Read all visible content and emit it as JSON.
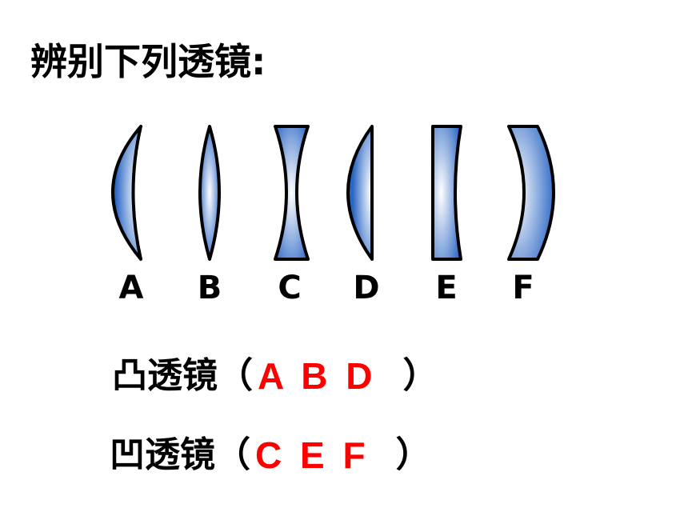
{
  "title": "辨别下列透镜:",
  "lenses": [
    {
      "label": "A",
      "kind": "convex"
    },
    {
      "label": "B",
      "kind": "convex"
    },
    {
      "label": "C",
      "kind": "concave"
    },
    {
      "label": "D",
      "kind": "convex"
    },
    {
      "label": "E",
      "kind": "concave"
    },
    {
      "label": "F",
      "kind": "concave"
    }
  ],
  "convex_row": {
    "label": "凸透镜",
    "open": "（",
    "answer": "A B D",
    "close": "）"
  },
  "concave_row": {
    "label": "凹透镜",
    "open": "（",
    "answer": "C E F",
    "close": "）"
  },
  "colors": {
    "lens_edge": "#2a66c4",
    "lens_center": "#ffffff",
    "outline": "#000000",
    "answer": "#ff0000"
  }
}
